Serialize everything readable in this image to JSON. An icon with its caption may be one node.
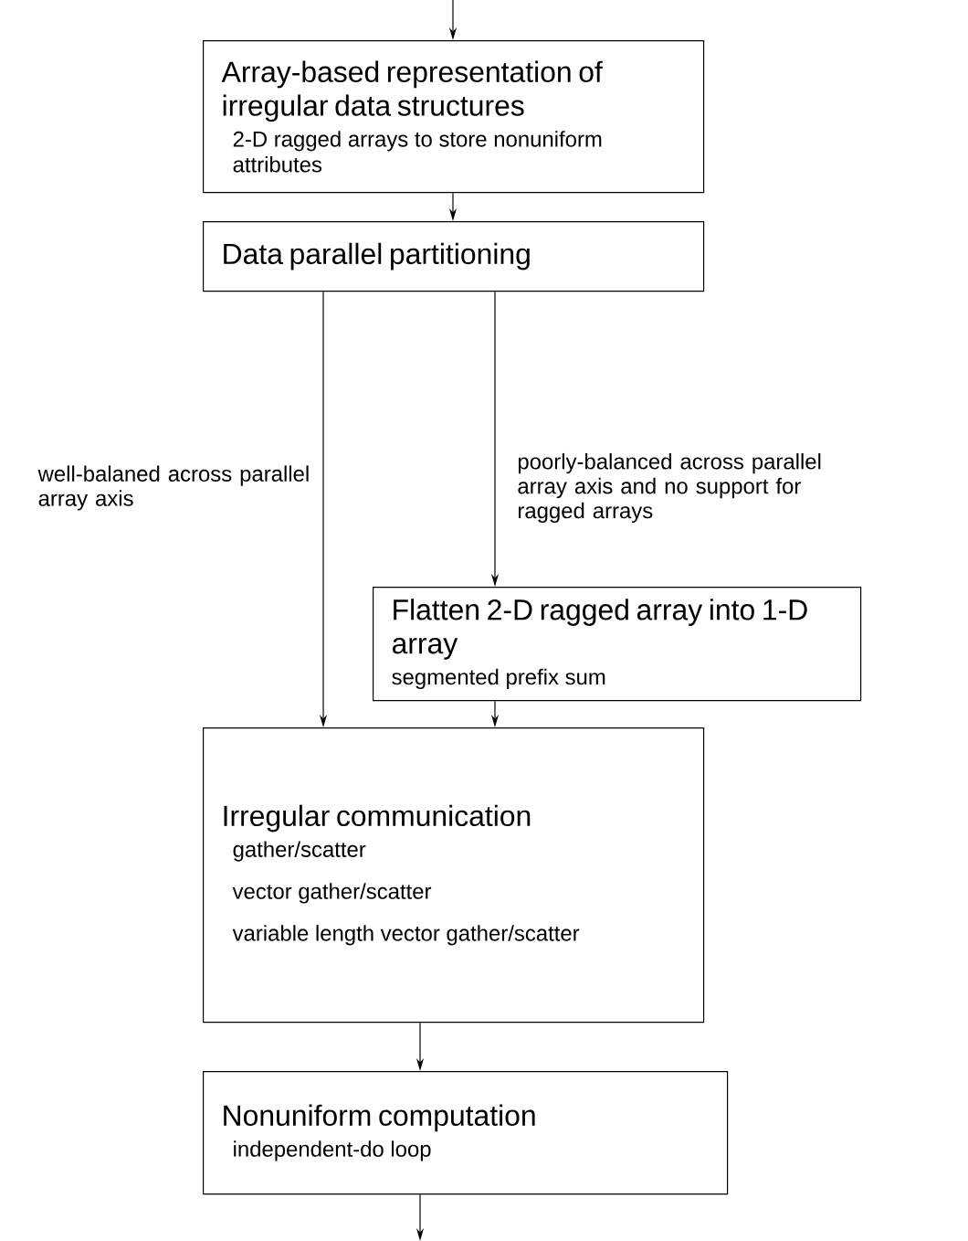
{
  "diagram": {
    "nodes": [
      {
        "text": [
          "Array-based representation of irregular data structures",
          "2-D ragged arrays to store nonuniform attributes"
        ]
      },
      {
        "text": [
          "Data parallel partitioning"
        ]
      },
      {
        "text": [
          "Flatten 2-D ragged array into 1-D array",
          "segmented prefix sum"
        ]
      },
      {
        "text": [
          "Irregular communication",
          "gather/scatter",
          "vector gather/scatter",
          "variable length vector gather/scatter"
        ]
      },
      {
        "text": [
          "Nonuniform computation",
          "independent-do loop"
        ]
      }
    ],
    "edges": [
      {
        "from": null,
        "to": 0,
        "arrow": "to"
      },
      {
        "from": 0,
        "to": 1,
        "arrow": "to"
      },
      {
        "from": 1,
        "to": 3,
        "arrow": "to",
        "label": "well-balaned across parallel array axis"
      },
      {
        "from": 1,
        "to": 2,
        "arrow": "to",
        "label": "poorly-balanced across parallel array axis and no support for ragged arrays"
      },
      {
        "from": 2,
        "to": 3,
        "arrow": "to"
      },
      {
        "from": 3,
        "to": 4,
        "arrow": "to"
      },
      {
        "from": 4,
        "to": null,
        "arrow": "to"
      }
    ]
  }
}
